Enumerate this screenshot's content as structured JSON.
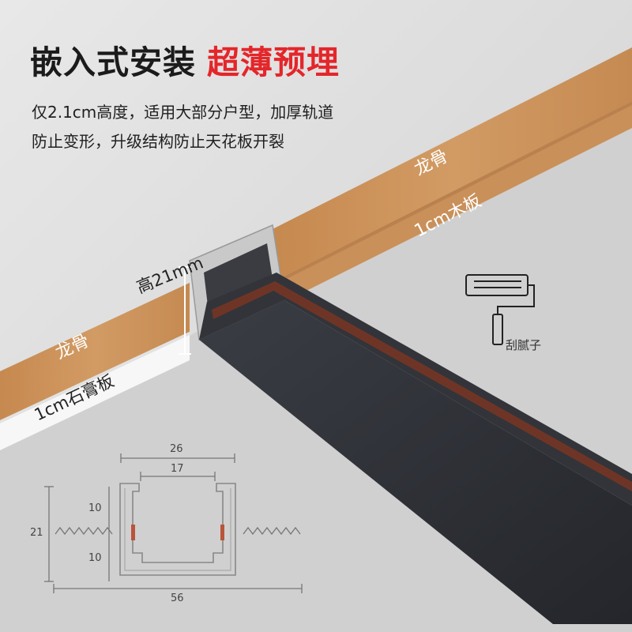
{
  "heading": {
    "main": "嵌入式安装",
    "highlight": "超薄预埋"
  },
  "description": {
    "line1": "仅2.1cm高度，适用大部分户型，加厚轨道",
    "line2": "防止变形，升级结构防止天花板开裂"
  },
  "labels": {
    "keel_right": "龙骨",
    "wood_board": "1cm木板",
    "keel_left": "龙骨",
    "gypsum_board": "1cm石膏板",
    "height": "高21mm",
    "tool": "刮腻子"
  },
  "dimensions": {
    "width_outer": "26",
    "width_inner": "17",
    "height_upper": "10",
    "height_lower": "10",
    "height_total": "21",
    "width_base": "56"
  },
  "colors": {
    "highlight": "#e4262a",
    "wood": "#c8915c",
    "track": "#2b2d33",
    "copper": "#7a3b2a"
  }
}
